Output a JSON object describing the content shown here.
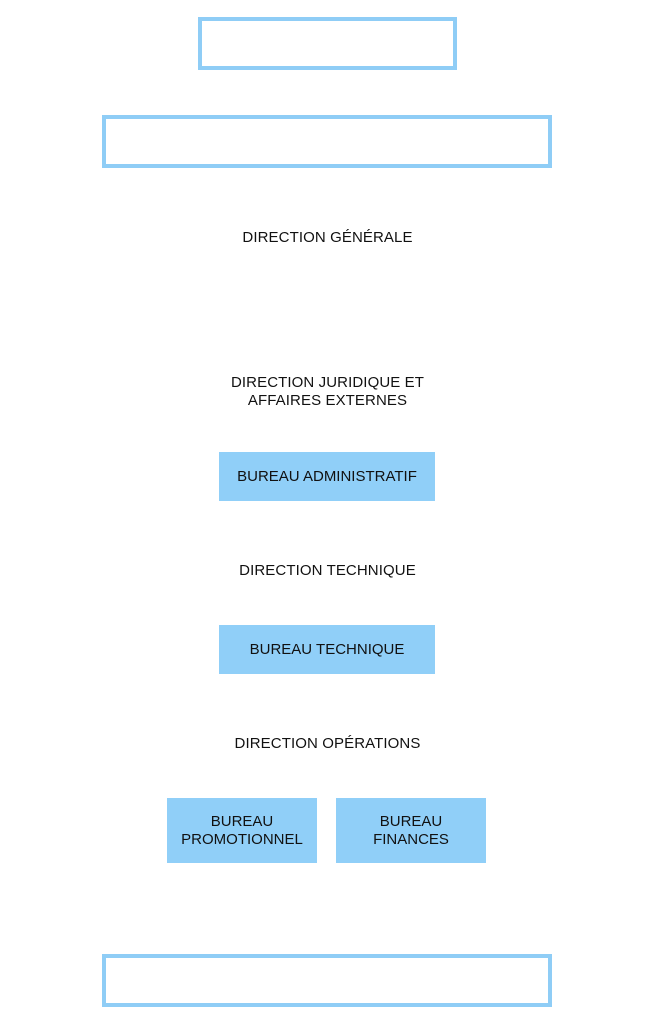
{
  "colors": {
    "box_outline": "#8fcdf6",
    "box_fill": "#90cff8",
    "text": "#111111",
    "background": "#ffffff"
  },
  "top_box": {
    "label": ""
  },
  "second_box": {
    "label": ""
  },
  "bottom_box": {
    "label": ""
  },
  "direction_generale": {
    "label": "DIRECTION GÉNÉRALE"
  },
  "direction_juridique": {
    "label": "DIRECTION JURIDIQUE ET\nAFFAIRES EXTERNES"
  },
  "bureau_administratif": {
    "label": "BUREAU ADMINISTRATIF"
  },
  "direction_technique": {
    "label": "DIRECTION TECHNIQUE"
  },
  "bureau_technique": {
    "label": "BUREAU TECHNIQUE"
  },
  "direction_operations": {
    "label": "DIRECTION OPÉRATIONS"
  },
  "bureau_promotionnel": {
    "label": "BUREAU\nPROMOTIONNEL"
  },
  "bureau_finances": {
    "label": "BUREAU\nFINANCES"
  }
}
